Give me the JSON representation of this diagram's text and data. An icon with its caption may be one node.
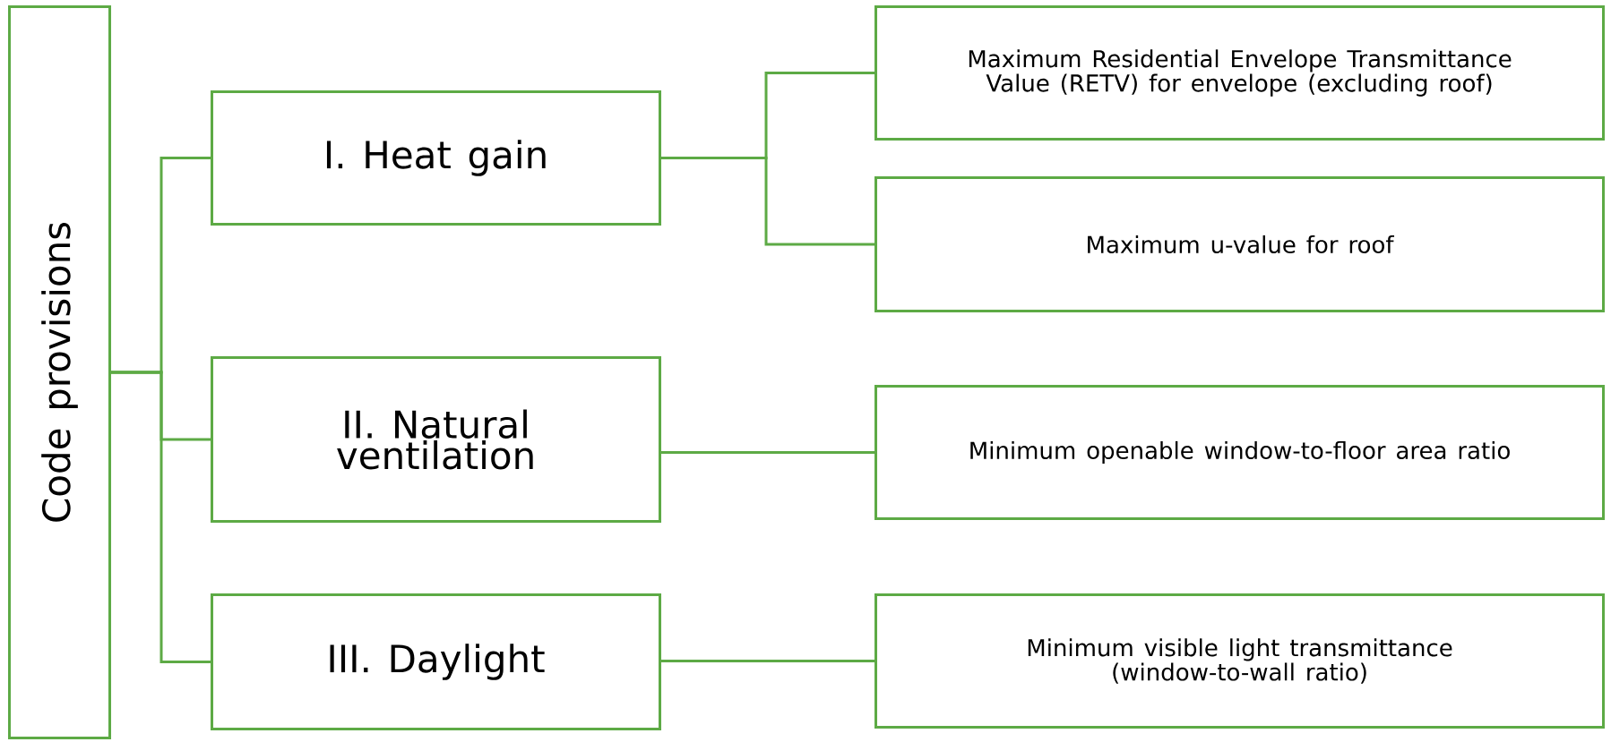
{
  "diagram": {
    "nodes": [
      {
        "text": [
          "Code provisions"
        ]
      },
      {
        "text": [
          "I. Heat gain"
        ]
      },
      {
        "text": [
          "II. Natural ventilation"
        ]
      },
      {
        "text": [
          "III. Daylight"
        ]
      },
      {
        "text": [
          "Maximum Residential Envelope Transmittance Value (RETV) for envelope (excluding roof)"
        ]
      },
      {
        "text": [
          "Maximum u-value for roof"
        ]
      },
      {
        "text": [
          "Minimum openable window-to-floor area ratio"
        ]
      },
      {
        "text": [
          "Minimum visible light transmittance (window-to-wall ratio)"
        ]
      }
    ],
    "edges": [
      {
        "from": 0,
        "to": 1,
        "arrow": "none"
      },
      {
        "from": 0,
        "to": 2,
        "arrow": "none"
      },
      {
        "from": 0,
        "to": 3,
        "arrow": "none"
      },
      {
        "from": 1,
        "to": 4,
        "arrow": "none"
      },
      {
        "from": 1,
        "to": 5,
        "arrow": "none"
      },
      {
        "from": 2,
        "to": 6,
        "arrow": "none"
      },
      {
        "from": 3,
        "to": 7,
        "arrow": "none"
      }
    ]
  }
}
